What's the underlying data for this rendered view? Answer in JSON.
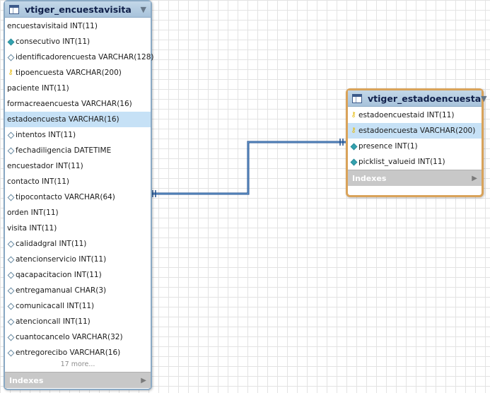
{
  "tables": [
    {
      "title": "vtiger_encuestavisita",
      "columns": [
        {
          "text": "encuestavisitaid INT(11)",
          "icon": "none"
        },
        {
          "text": "consecutivo INT(11)",
          "icon": "diamond-filled"
        },
        {
          "text": "identificadorencuesta VARCHAR(128)",
          "icon": "diamond"
        },
        {
          "text": "tipoencuesta VARCHAR(200)",
          "icon": "key"
        },
        {
          "text": "paciente INT(11)",
          "icon": "none"
        },
        {
          "text": "formacreaencuesta VARCHAR(16)",
          "icon": "none"
        },
        {
          "text": "estadoencuesta VARCHAR(16)",
          "icon": "none",
          "highlighted": true
        },
        {
          "text": "intentos INT(11)",
          "icon": "diamond"
        },
        {
          "text": "fechadiligencia DATETIME",
          "icon": "diamond"
        },
        {
          "text": "encuestador INT(11)",
          "icon": "none"
        },
        {
          "text": "contacto INT(11)",
          "icon": "none"
        },
        {
          "text": "tipocontacto VARCHAR(64)",
          "icon": "diamond"
        },
        {
          "text": "orden INT(11)",
          "icon": "none"
        },
        {
          "text": "visita INT(11)",
          "icon": "none"
        },
        {
          "text": "calidadgral INT(11)",
          "icon": "diamond"
        },
        {
          "text": "atencionservicio INT(11)",
          "icon": "diamond"
        },
        {
          "text": "qacapacitacion INT(11)",
          "icon": "diamond"
        },
        {
          "text": "entregamanual CHAR(3)",
          "icon": "diamond"
        },
        {
          "text": "comunicacall INT(11)",
          "icon": "diamond"
        },
        {
          "text": "atencioncall INT(11)",
          "icon": "diamond"
        },
        {
          "text": "cuantocancelo VARCHAR(32)",
          "icon": "diamond"
        },
        {
          "text": "entregorecibo VARCHAR(16)",
          "icon": "diamond"
        }
      ],
      "more": "17 more...",
      "indexes_label": "Indexes"
    },
    {
      "title": "vtiger_estadoencuesta",
      "columns": [
        {
          "text": "estadoencuestaid INT(11)",
          "icon": "key"
        },
        {
          "text": "estadoencuesta VARCHAR(200)",
          "icon": "key",
          "highlighted": true
        },
        {
          "text": "presence INT(1)",
          "icon": "diamond-filled"
        },
        {
          "text": "picklist_valueid INT(11)",
          "icon": "diamond-filled"
        }
      ],
      "indexes_label": "Indexes"
    }
  ],
  "colors": {
    "relationship_line": "#1f4e8c",
    "selected_border": "#d9a35a",
    "highlight_row": "#c6e1f6",
    "header": "#b4cde2"
  }
}
